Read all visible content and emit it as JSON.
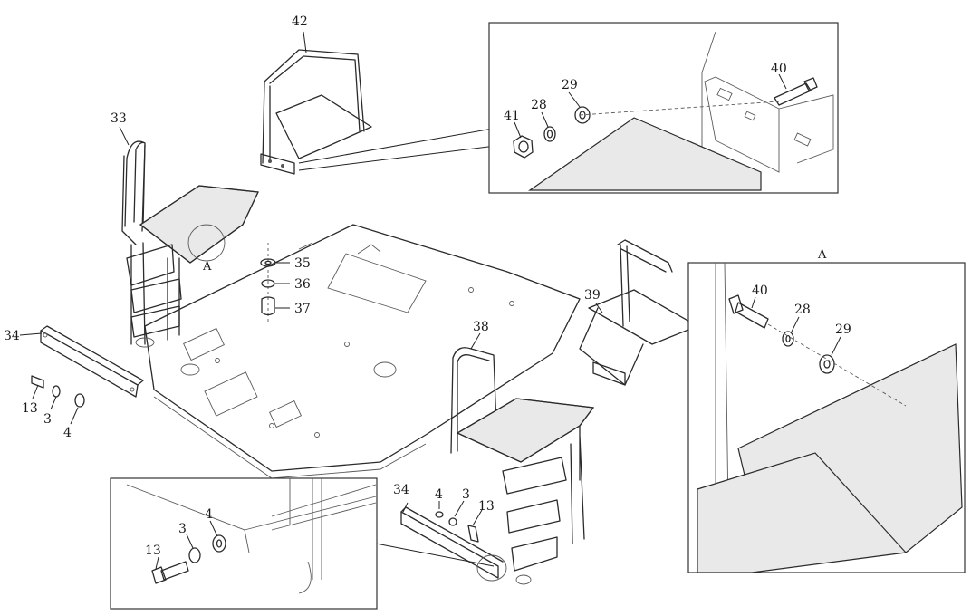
{
  "diagram": {
    "labels": {
      "p42": "42",
      "p33": "33",
      "p35": "35",
      "p36": "36",
      "p37": "37",
      "p34_left": "34",
      "p13_left": "13",
      "p3_left": "3",
      "p4_left": "4",
      "p38": "38",
      "p39": "39",
      "p34_right": "34",
      "p4_mid": "4",
      "p3_mid": "3",
      "p13_mid": "13",
      "pA_main": "A",
      "inset_top_40": "40",
      "inset_top_41": "41",
      "inset_top_28": "28",
      "inset_top_29": "29",
      "inset_right_title": "A",
      "inset_right_40": "40",
      "inset_right_28": "28",
      "inset_right_29": "29",
      "inset_bottom_13": "13",
      "inset_bottom_3": "3",
      "inset_bottom_4": "4"
    }
  }
}
